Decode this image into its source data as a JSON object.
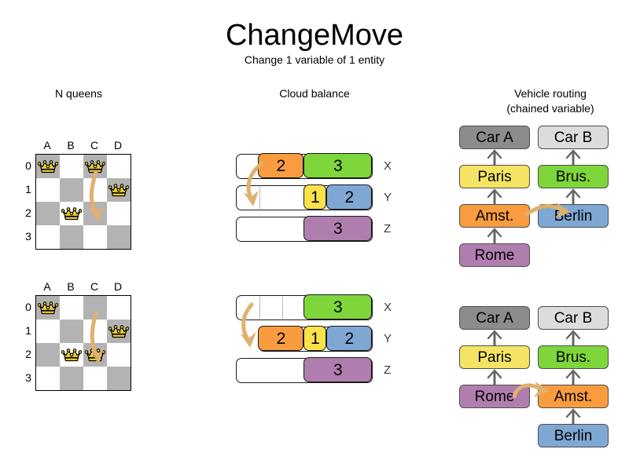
{
  "title": "ChangeMove",
  "subtitle": "Change 1 variable of 1 entity",
  "sections": {
    "nqueens": {
      "heading": "N queens"
    },
    "cloud": {
      "heading": "Cloud balance"
    },
    "vehicle": {
      "heading_line1": "Vehicle routing",
      "heading_line2": "(chained variable)"
    }
  },
  "nqueens": {
    "columns": [
      "A",
      "B",
      "C",
      "D"
    ],
    "rows": [
      "0",
      "1",
      "2",
      "3"
    ],
    "before": {
      "queens": [
        {
          "col": 0,
          "row": 0
        },
        {
          "col": 2,
          "row": 0
        },
        {
          "col": 3,
          "row": 1
        },
        {
          "col": 1,
          "row": 2
        }
      ],
      "move": {
        "from_col": 2,
        "from_row": 0,
        "to_col": 2,
        "to_row": 2
      }
    },
    "after": {
      "queens": [
        {
          "col": 0,
          "row": 0
        },
        {
          "col": 3,
          "row": 1
        },
        {
          "col": 1,
          "row": 2
        },
        {
          "col": 2,
          "row": 2
        }
      ],
      "move": {
        "from_col": 2,
        "from_row": 0,
        "to_col": 2,
        "to_row": 2
      }
    }
  },
  "cloud": {
    "before": {
      "rows": [
        {
          "label": "X",
          "free_units": 1,
          "dividers": 0,
          "segments": [
            {
              "value": "2",
              "units": 2,
              "color": "#f89c3f"
            },
            {
              "value": "3",
              "units": 3,
              "color": "#7ed63a"
            }
          ]
        },
        {
          "label": "Y",
          "free_units": 3,
          "dividers": 1,
          "segments": [
            {
              "value": "1",
              "units": 1,
              "color": "#fbe24a"
            },
            {
              "value": "2",
              "units": 2,
              "color": "#7fa7d4"
            }
          ]
        },
        {
          "label": "Z",
          "free_units": 3,
          "dividers": 0,
          "segments": [
            {
              "value": "3",
              "units": 3,
              "color": "#b07eae"
            }
          ]
        }
      ]
    },
    "after": {
      "rows": [
        {
          "label": "X",
          "free_units": 3,
          "dividers": 2,
          "segments": [
            {
              "value": "3",
              "units": 3,
              "color": "#7ed63a"
            }
          ]
        },
        {
          "label": "Y",
          "free_units": 0,
          "dividers": 0,
          "segments": [
            {
              "value": "2",
              "units": 2,
              "color": "#f89c3f"
            },
            {
              "value": "1",
              "units": 1,
              "color": "#fbe24a"
            },
            {
              "value": "2",
              "units": 2,
              "color": "#7fa7d4"
            }
          ]
        },
        {
          "label": "Z",
          "free_units": 3,
          "dividers": 0,
          "segments": [
            {
              "value": "3",
              "units": 3,
              "color": "#b07eae"
            }
          ]
        }
      ]
    }
  },
  "vehicle": {
    "before": {
      "left_chain": [
        {
          "label": "Car A",
          "color": "#8c8c8c"
        },
        {
          "label": "Paris",
          "color": "#f5e463"
        },
        {
          "label": "Amst.",
          "color": "#f89c3f"
        },
        {
          "label": "Rome",
          "color": "#b07eae"
        }
      ],
      "right_chain": [
        {
          "label": "Car B",
          "color": "#dcdcdc"
        },
        {
          "label": "Brus.",
          "color": "#7ed63a"
        },
        {
          "label": "Berlin",
          "color": "#7fa7d4"
        }
      ]
    },
    "after": {
      "left_chain": [
        {
          "label": "Car A",
          "color": "#8c8c8c"
        },
        {
          "label": "Paris",
          "color": "#f5e463"
        },
        {
          "label": "Rome",
          "color": "#b07eae"
        }
      ],
      "right_chain": [
        {
          "label": "Car B",
          "color": "#dcdcdc"
        },
        {
          "label": "Brus.",
          "color": "#7ed63a"
        },
        {
          "label": "Amst.",
          "color": "#f89c3f"
        },
        {
          "label": "Berlin",
          "color": "#7fa7d4"
        }
      ]
    }
  },
  "colors": {
    "orange": "#f89c3f",
    "green": "#7ed63a",
    "yellow": "#fbe24a",
    "blue": "#7fa7d4",
    "purple": "#b07eae",
    "paris_yellow": "#f5e463",
    "car_a_gray": "#8c8c8c",
    "car_b_gray": "#dcdcdc",
    "board_dark": "#b3b3b3",
    "move_arrow": "#e0b070",
    "queen_gold": "#f2d230"
  }
}
